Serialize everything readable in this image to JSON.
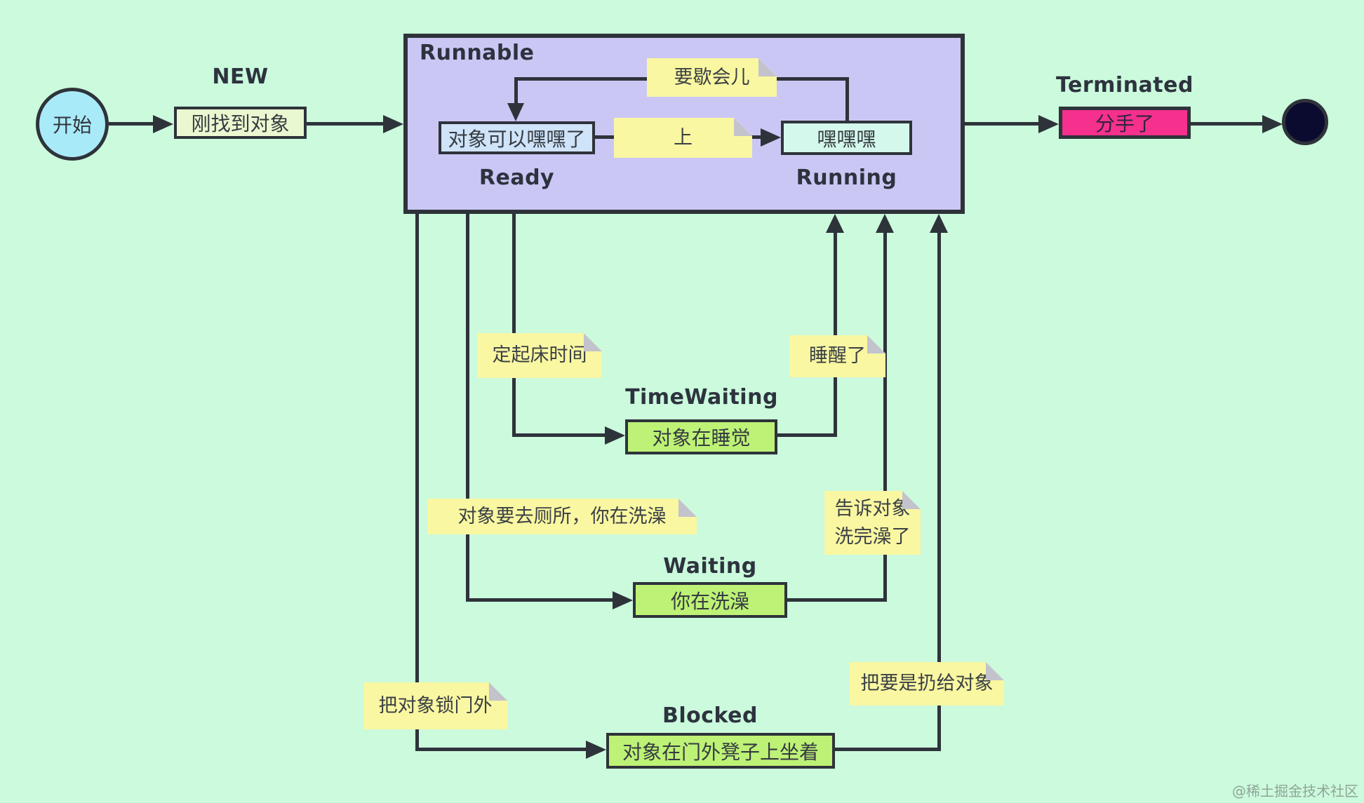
{
  "colors": {
    "background": "#cbfadd",
    "line": "#2e333a",
    "runnable_fill": "#cbc7f5",
    "note_fill": "#f9f7a1",
    "note_fold": "#c2c3cd",
    "start_fill": "#a8eaf8",
    "new_fill": "#eaf8d1",
    "ready_fill": "#cfe3f9",
    "running_fill": "#d5f8ec",
    "terminated_fill": "#f5308d",
    "state_green_fill": "#bdf276",
    "end_fill": "#0b0b30"
  },
  "nodes": {
    "start": {
      "label": "开始"
    },
    "new": {
      "caption": "NEW",
      "label": "刚找到对象"
    },
    "runnable": {
      "caption": "Runnable"
    },
    "ready": {
      "label": "对象可以嘿嘿了",
      "caption": "Ready"
    },
    "running": {
      "label": "嘿嘿嘿",
      "caption": "Running"
    },
    "terminated": {
      "caption": "Terminated",
      "label": "分手了"
    },
    "timewaiting": {
      "caption": "TimeWaiting",
      "label": "对象在睡觉"
    },
    "waiting": {
      "caption": "Waiting",
      "label": "你在洗澡"
    },
    "blocked": {
      "caption": "Blocked",
      "label": "对象在门外凳子上坐着"
    }
  },
  "notes": {
    "take_break": "要歇会儿",
    "shang": "上",
    "set_wake_time": "定起床时间",
    "woke_up": "睡醒了",
    "toilet_shower": "对象要去厕所，你在洗澡",
    "tell_done": "告诉对象\n洗完澡了",
    "lock_outside": "把对象锁门外",
    "throw_key": "把要是扔给对象"
  },
  "watermark": "@稀土掘金技术社区"
}
